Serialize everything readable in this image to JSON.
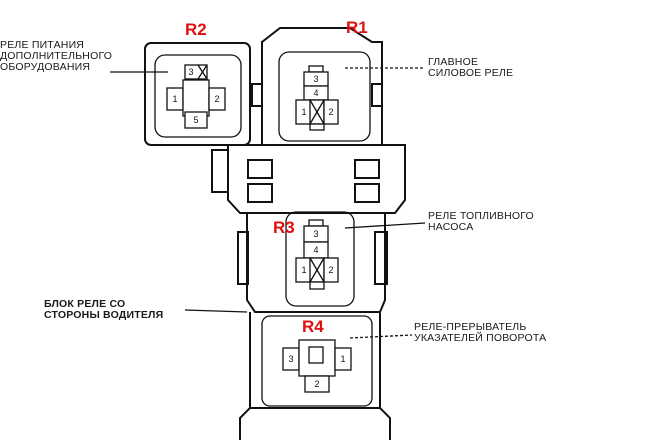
{
  "diagram": {
    "relays": [
      {
        "id": "R1",
        "tag": "R1",
        "lines": [
          "ГЛАВНОЕ",
          "СИЛОВОЕ  РЕЛЕ"
        ],
        "pins": [
          "3",
          "4",
          "1",
          "2"
        ]
      },
      {
        "id": "R2",
        "tag": "R2",
        "lines": [
          "РЕЛЕ ПИТАНИЯ",
          "ДОПОЛНИТЕЛЬНОГО",
          "ОБОРУДОВАНИЯ"
        ],
        "pins": [
          "3",
          "1",
          "2",
          "5"
        ]
      },
      {
        "id": "R3",
        "tag": "R3",
        "lines": [
          "РЕЛЕ ТОПЛИВНОГО",
          "НАСОСА"
        ],
        "pins": [
          "3",
          "4",
          "1",
          "2"
        ]
      },
      {
        "id": "R4",
        "tag": "R4",
        "lines": [
          "РЕЛЕ-ПРЕРЫВАТЕЛЬ",
          "УКАЗАТЕЛЕЙ ПОВОРОТА"
        ],
        "pins": [
          "3",
          "1",
          "2"
        ]
      }
    ],
    "block_label": [
      "БЛОК РЕЛЕ СО",
      "СТОРОНЫ ВОДИТЕЛЯ"
    ],
    "colors": {
      "tag": "#e01010",
      "line": "#111111"
    }
  }
}
